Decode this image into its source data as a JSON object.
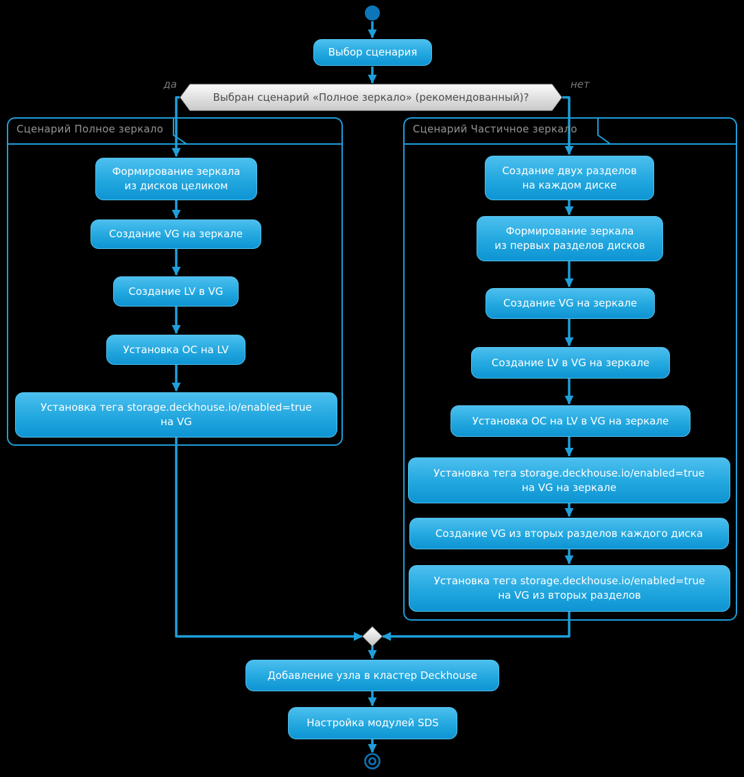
{
  "colors": {
    "background": "#000000",
    "accent_line": "#1f9fdb",
    "activity_top": "#4cbfee",
    "activity_bottom": "#0e94d2",
    "decision_fill_top": "#f9f9f9",
    "decision_fill_bottom": "#c9c9c9",
    "decision_text": "#4d4d4d",
    "partition_border": "#1f9fdb",
    "partition_title": "#8f8f8f",
    "terminal_node": "#0e76b8"
  },
  "flow": {
    "choose_scenario": "Выбор сценария",
    "decision_question": "Выбран сценарий «Полное зеркало» (рекомендованный)?",
    "branch_yes": "да",
    "branch_no": "нет",
    "add_node": "Добавление узла в кластер Deckhouse",
    "configure_sds": "Настройка модулей SDS"
  },
  "full_mirror": {
    "title": "Сценарий Полное зеркало",
    "steps": [
      "Формирование зеркала\nиз дисков целиком",
      "Создание VG на зеркале",
      "Создание LV в VG",
      "Установка ОС на LV",
      "Установка тега storage.deckhouse.io/enabled=true\nна VG"
    ]
  },
  "partial_mirror": {
    "title": "Сценарий Частичное зеркало",
    "steps": [
      "Создание двух разделов\nна каждом диске",
      "Формирование зеркала\nиз первых разделов дисков",
      "Создание VG на зеркале",
      "Создание LV в VG на зеркале",
      "Установка ОС на LV в VG на зеркале",
      "Установка тега storage.deckhouse.io/enabled=true\nна VG на зеркале",
      "Создание VG из вторых разделов каждого диска",
      "Установка тега storage.deckhouse.io/enabled=true\nна VG из вторых разделов"
    ]
  }
}
